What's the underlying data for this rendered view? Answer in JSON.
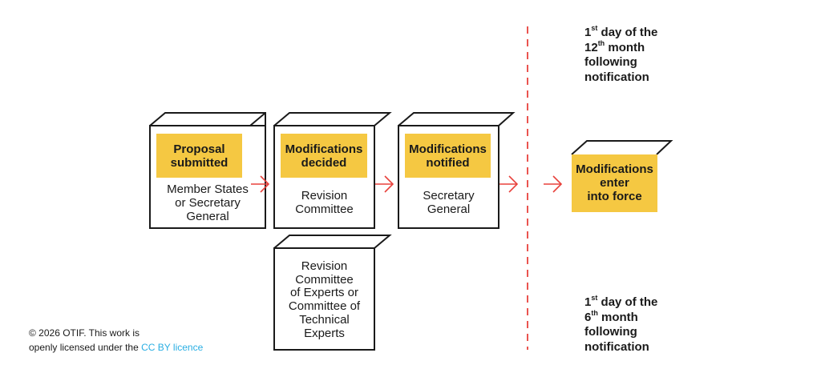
{
  "colors": {
    "highlight": "#f5c842",
    "box_stroke": "#1a1a1a",
    "arrow": "#e8413c",
    "divider": "#e8413c",
    "link": "#29aee3"
  },
  "steps": [
    {
      "highlight": "Proposal\nsubmitted",
      "label": "Member States\nor Secretary\nGeneral"
    },
    {
      "highlight": "Modifications\ndecided",
      "label": "Revision\nCommittee"
    },
    {
      "highlight": "Modifications\nnotified",
      "label": "Secretary\nGeneral"
    }
  ],
  "alternate_body": {
    "label": "Revision\nCommittee\nof Experts or\nCommittee of\nTechnical\nExperts"
  },
  "final": {
    "highlight": "Modifications\nenter\ninto force"
  },
  "notes": {
    "top": {
      "n1": "1",
      "s1": "st",
      "t1": " day of the",
      "n2": "12",
      "s2": "th",
      "t2": " month",
      "t3": "following",
      "t4": "notification"
    },
    "bottom": {
      "n1": "1",
      "s1": "st",
      "t1": " day of the",
      "n2": "6",
      "s2": "th",
      "t2": " month",
      "t3": "following",
      "t4": "notification"
    }
  },
  "copyright": {
    "line1": "© 2026 OTIF. This work is",
    "line2_prefix": "openly licensed under the ",
    "link_text": "CC BY licence"
  }
}
